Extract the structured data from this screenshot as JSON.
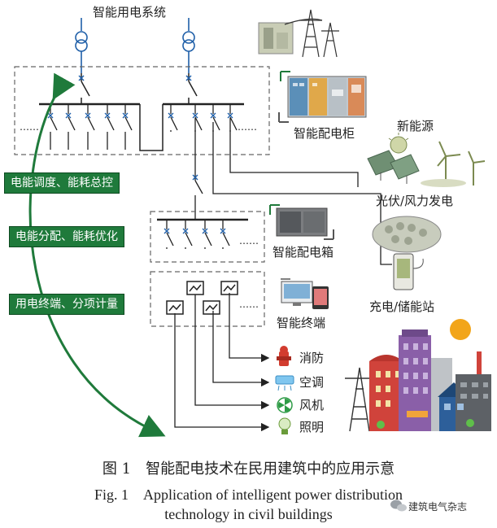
{
  "labels": {
    "system": "智能用电系统",
    "cabinet": "智能配电柜",
    "new_energy": "新能源",
    "pv_wind": "光伏/风力发电",
    "distribution_box": "智能配电箱",
    "terminal": "智能终端",
    "charging": "充电/储能站",
    "fire": "消防",
    "ac": "空调",
    "fan": "风机",
    "lighting": "照明",
    "dots": "……",
    "dots2": "……"
  },
  "functions": [
    {
      "label": "电能调度、能耗总控"
    },
    {
      "label": "电能分配、能耗优化"
    },
    {
      "label": "用电终端、分项计量"
    }
  ],
  "caption": {
    "zh": "图 1　智能配电技术在民用建筑中的应用示意",
    "en_line1": "Fig. 1　Application of intelligent power distribution",
    "en_line2": "technology in civil buildings"
  },
  "watermark": "建筑电气杂志",
  "colors": {
    "accent_green": "#1f7a3b",
    "line": "#222222",
    "switch_blue": "#1f5fa8",
    "dash": "#666666",
    "sun": "#f2a51a"
  },
  "icons": [
    "transformer-icon",
    "power-tower-icon",
    "cabinet-icon",
    "solar-wind-icon",
    "charging-station-icon",
    "distribution-box-icon",
    "terminal-icon",
    "fire-hydrant-icon",
    "ac-icon",
    "fan-icon",
    "bulb-icon",
    "buildings-icon",
    "sun-icon",
    "wechat-icon"
  ]
}
